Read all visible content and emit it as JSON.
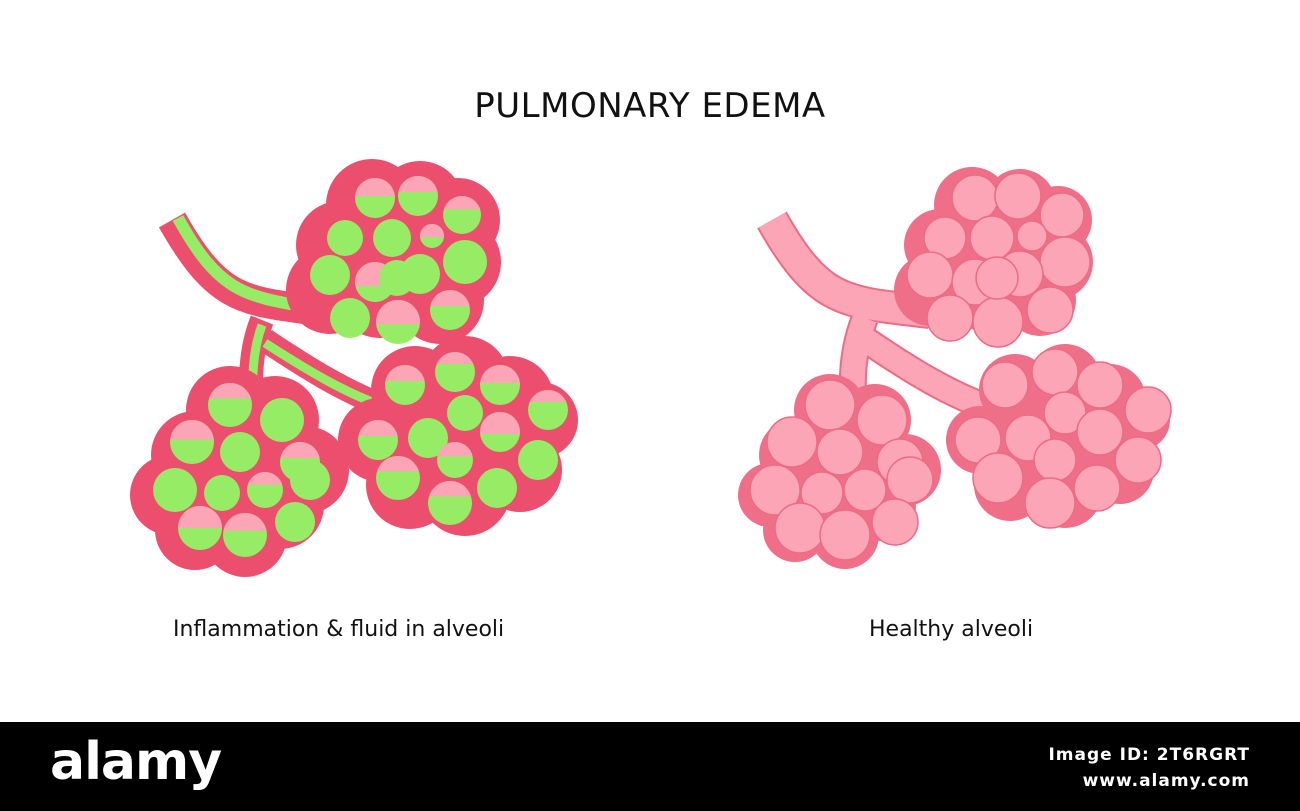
{
  "diagram": {
    "title": "PULMONARY EDEMA",
    "captions": {
      "inflamed": "Inflammation & fluid in alveoli",
      "healthy": "Healthy alveoli"
    }
  },
  "colors": {
    "tissue_red": "#ec4f6d",
    "fluid_green": "#97ec66",
    "alveolus_pink": "#fba5b6",
    "healthy_background": "#f06f88",
    "healthy_outline": "#ee6b84"
  },
  "footer": {
    "logo": "alamy",
    "image_id_label": "Image ID: 2T6RGRT",
    "site": "www.alamy.com"
  }
}
